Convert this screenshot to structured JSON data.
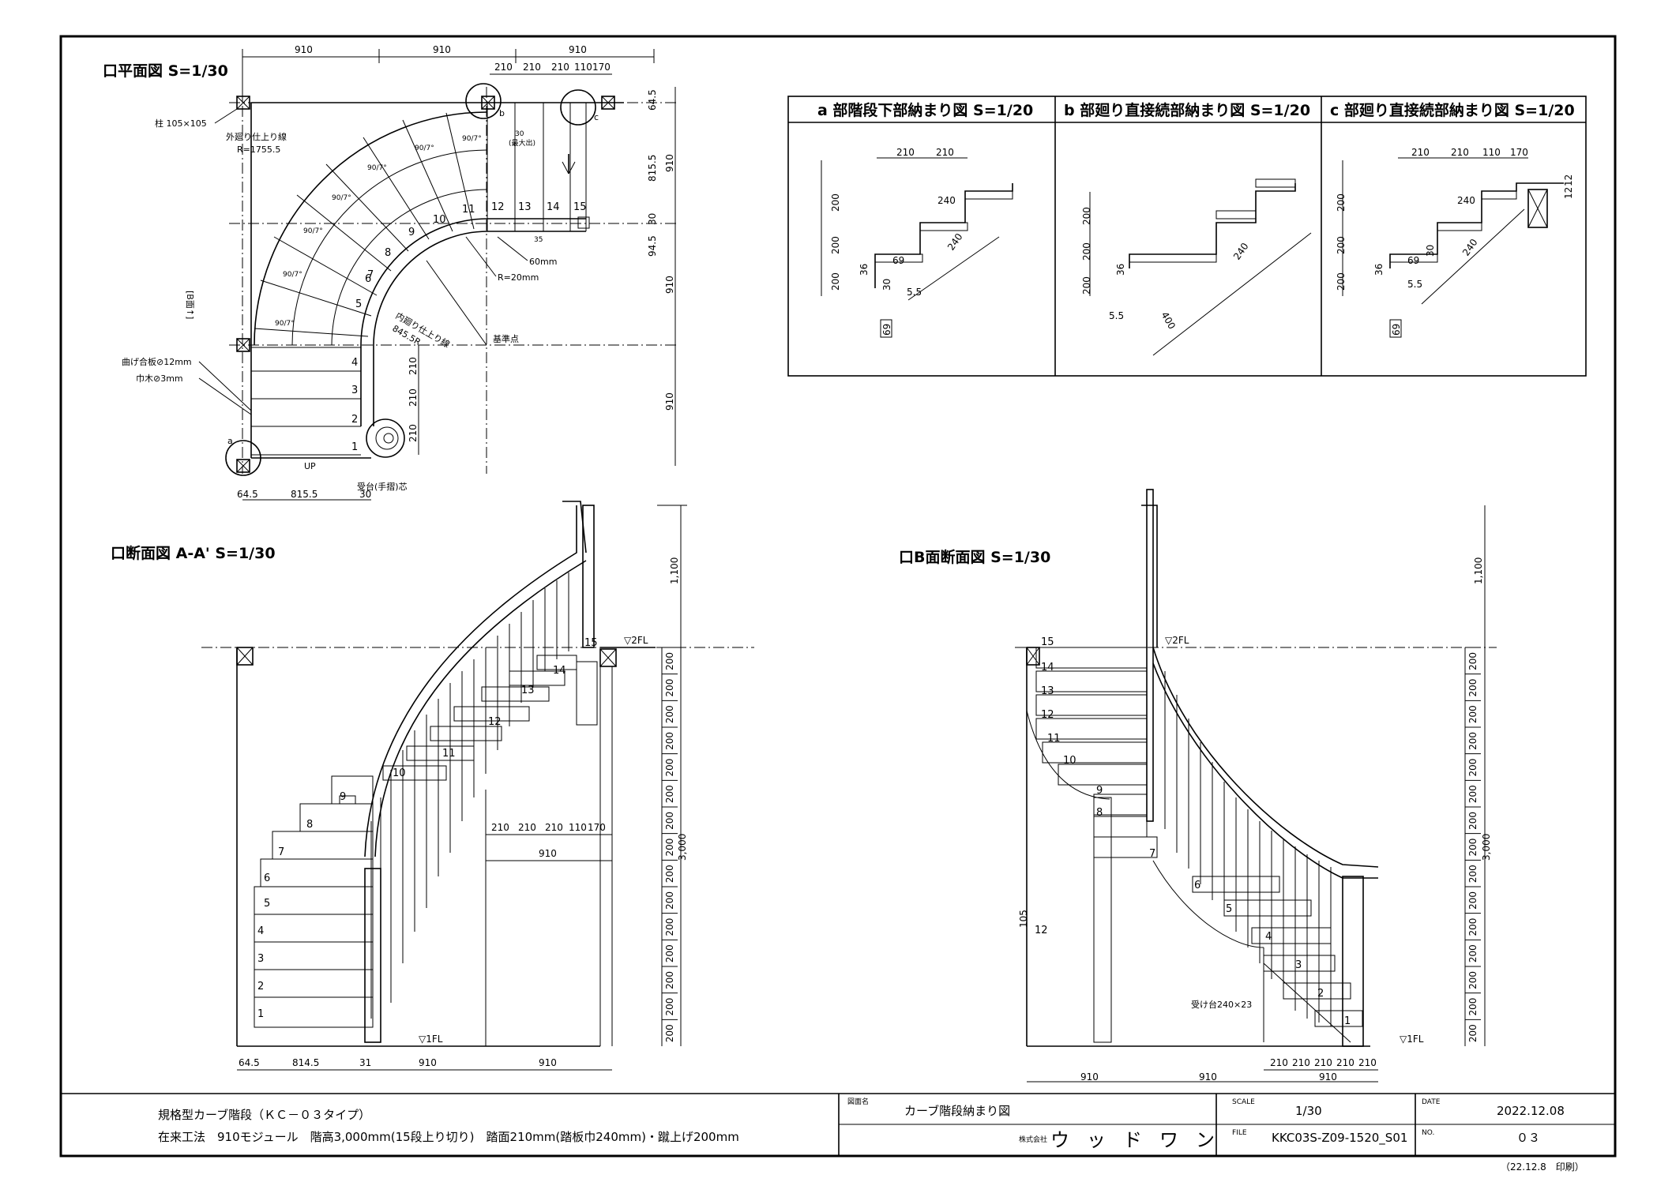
{
  "plan": {
    "title": "口平面図 S=1/30",
    "top_dims": [
      "910",
      "910",
      "910"
    ],
    "top_sub_dims": [
      "210",
      "210",
      "210",
      "110",
      "170"
    ],
    "right_dims": [
      "64.5",
      "815.5",
      "30",
      "94.5",
      "910",
      "910"
    ],
    "right_dim_910_a": "910",
    "bottom_dims": [
      "64.5",
      "815.5",
      "30"
    ],
    "mid_sub_dims": [
      "210",
      "210",
      "210"
    ],
    "pillar_label": "柱 105×105",
    "outer_line_label": "外廻り仕上り線",
    "outer_radius": "R=1755.5",
    "inner_line_label": "内廻り仕上り線",
    "inner_radius": "845.5R",
    "rail_width": "60mm",
    "rail_radius": "R=20mm",
    "reference_point": "基準点",
    "plywood_label": "曲げ合板⊘12mm",
    "skirting_label": "巾木⊘3mm",
    "receiver_label": "受台(手摺)芯",
    "up_label": "UP",
    "side_arrow": "[B面↑]",
    "angle_label": "90/7°",
    "dim_30": "30",
    "dim_30_note": "(最大出)",
    "dim_35": "35",
    "step_numbers": [
      "1",
      "2",
      "3",
      "4",
      "5",
      "6",
      "7",
      "8",
      "9",
      "10",
      "11",
      "12",
      "13",
      "14",
      "15"
    ],
    "markers": [
      "a",
      "b",
      "c"
    ]
  },
  "details": {
    "a": {
      "header": "a 部階段下部納まり図 S=1/20",
      "dims": [
        "210",
        "210",
        "200",
        "200",
        "200",
        "240",
        "240",
        "69",
        "36",
        "30",
        "5.5",
        "69"
      ]
    },
    "b": {
      "header": "b 部廻り直接続部納まり図 S=1/20",
      "dims": [
        "200",
        "200",
        "200",
        "240",
        "36",
        "400",
        "5.5"
      ]
    },
    "c": {
      "header": "c 部廻り直接続部納まり図 S=1/20",
      "dims": [
        "210",
        "210",
        "110",
        "170",
        "240",
        "240",
        "200",
        "200",
        "200",
        "69",
        "36",
        "30",
        "5.5",
        "69",
        "12",
        "12"
      ]
    }
  },
  "section_a": {
    "title": "口断面図 A-A' S=1/30",
    "height_total": "3,000",
    "rail_height": "1,100",
    "riser_dims": [
      "200",
      "200",
      "200",
      "200",
      "200",
      "200",
      "200",
      "200",
      "200",
      "200",
      "200",
      "200",
      "200",
      "200",
      "200"
    ],
    "floor_2": "▽2FL",
    "floor_1": "▽1FL",
    "bottom_dims": [
      "64.5",
      "814.5",
      "31",
      "910",
      "910"
    ],
    "inner_dims": [
      "210",
      "210",
      "210",
      "110",
      "170"
    ],
    "inner_910": "910",
    "step_numbers": [
      "1",
      "2",
      "3",
      "4",
      "5",
      "6",
      "7",
      "8",
      "9",
      "10",
      "11",
      "12",
      "13",
      "14",
      "15"
    ]
  },
  "section_b": {
    "title": "口B面断面図 S=1/30",
    "height_total": "3,000",
    "rail_height": "1,100",
    "riser_dims": [
      "200",
      "200",
      "200",
      "200",
      "200",
      "200",
      "200",
      "200",
      "200",
      "200",
      "200",
      "200",
      "200",
      "200",
      "200"
    ],
    "floor_2": "▽2FL",
    "floor_1": "▽1FL",
    "receiver_label": "受け台240×23",
    "bottom_dims": [
      "910",
      "910",
      "910"
    ],
    "tread_dims": [
      "210",
      "210",
      "210",
      "210",
      "210"
    ],
    "left_dim": "105",
    "step_numbers": [
      "1",
      "2",
      "3",
      "4",
      "5",
      "6",
      "7",
      "8",
      "9",
      "10",
      "11",
      "12",
      "13",
      "14",
      "15"
    ]
  },
  "title_block": {
    "line1": "規格型カーブ階段（ＫＣ－０３タイプ）",
    "line2": "在来工法　910モジュール　階高3,000mm(15段上り切り)　踏面210mm(踏板巾240mm)・蹴上げ200mm",
    "drawing_name_label": "図面名",
    "drawing_name": "カーブ階段納まり図",
    "company_prefix": "株式会社",
    "company": "ウッドワン",
    "scale_label": "SCALE",
    "scale": "1/30",
    "file_label": "FILE",
    "file": "KKC03S-Z09-1520_S01",
    "date_label": "DATE",
    "date": "2022.12.08",
    "no_label": "NO.",
    "no": "０３",
    "print_note": "（22.12.8　印刷）"
  }
}
